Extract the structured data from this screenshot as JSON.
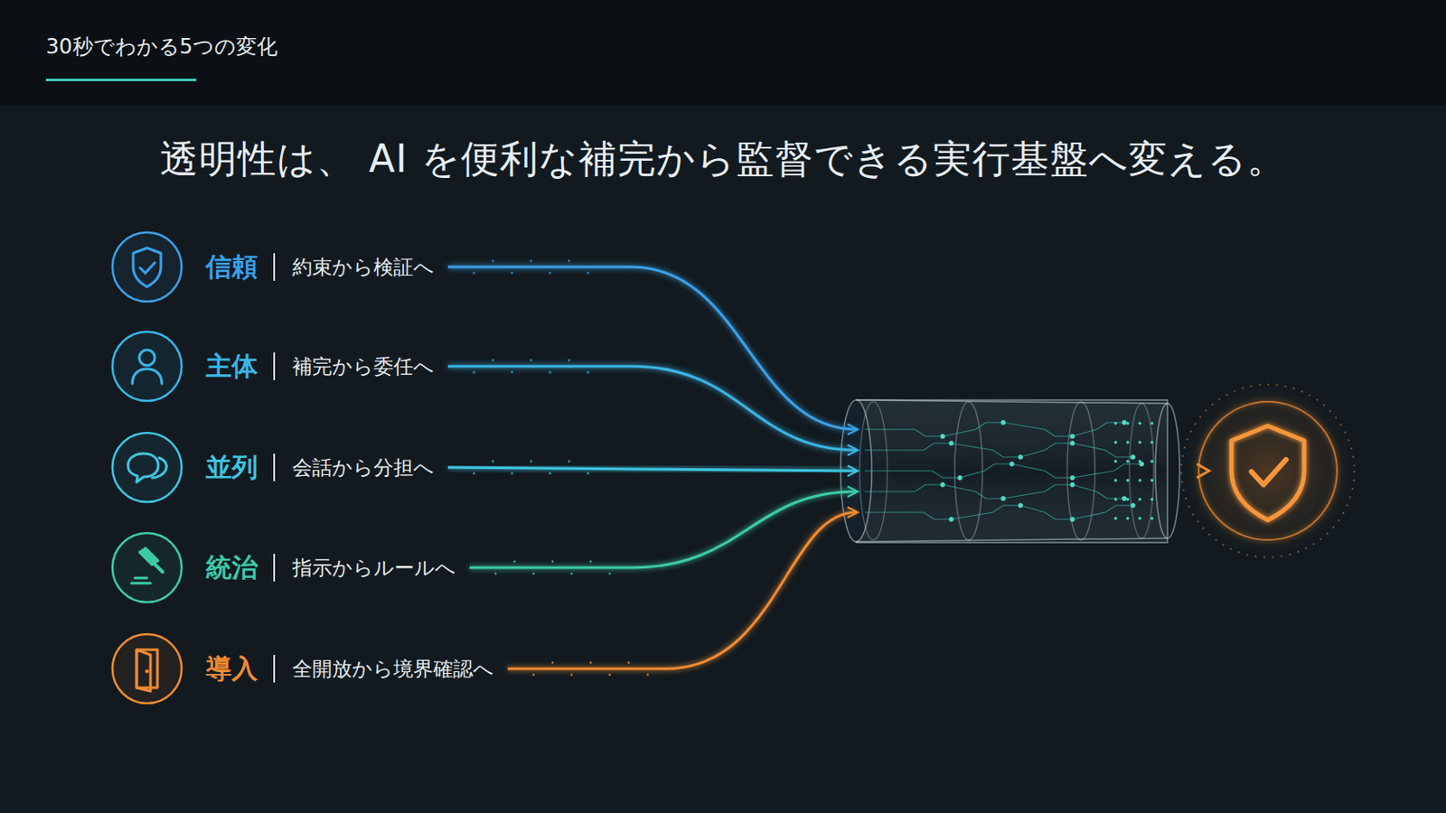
{
  "diagram": {
    "title": "透明性は、 AI を便利な補完から監督できる実行基盤へ変える。",
    "nodes": [
      {
        "text": [
          "信頼",
          "約束から検証へ"
        ]
      },
      {
        "text": [
          "主体",
          "補完から委任へ"
        ]
      },
      {
        "text": [
          "並列",
          "会話から分担へ"
        ]
      },
      {
        "text": [
          "統治",
          "指示からルールへ"
        ]
      },
      {
        "text": [
          "導入",
          "全開放から境界確認へ"
        ]
      }
    ],
    "labels": [
      "30秒でわかる5つの変化"
    ]
  }
}
